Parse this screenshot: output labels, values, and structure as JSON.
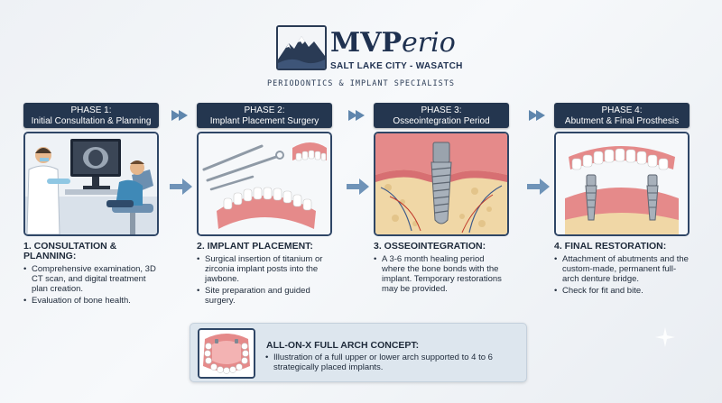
{
  "header": {
    "brand_bold": "MVP",
    "brand_light": "erio",
    "location": "SALT LAKE CITY - WASATCH",
    "tagline": "PERIODONTICS & IMPLANT SPECIALISTS"
  },
  "phases": [
    {
      "label_line1": "PHASE 1:",
      "label_line2": "Initial Consultation & Planning",
      "title": "1. CONSULTATION & PLANNING:",
      "bullets": [
        "Comprehensive examination, 3D CT scan, and digital treatment plan creation.",
        "Evaluation of bone health."
      ]
    },
    {
      "label_line1": "PHASE 2:",
      "label_line2": "Implant Placement Surgery",
      "title": "2. IMPLANT PLACEMENT:",
      "bullets": [
        "Surgical insertion of titanium or zirconia implant posts into the jawbone.",
        "Site preparation and guided surgery."
      ]
    },
    {
      "label_line1": "PHASE 3:",
      "label_line2": "Osseointegration Period",
      "title": "3. OSSEOINTEGRATION:",
      "bullets": [
        "A 3-6 month healing period where the bone bonds with the implant. Temporary restorations may be provided."
      ]
    },
    {
      "label_line1": "PHASE 4:",
      "label_line2": "Abutment & Final Prosthesis",
      "title": "4. FINAL RESTORATION:",
      "bullets": [
        "Attachment of abutments and the custom-made, permanent full-arch denture bridge.",
        "Check for fit and bite."
      ]
    }
  ],
  "callout": {
    "title": "ALL-ON-X FULL ARCH CONCEPT:",
    "body": "Illustration of a full upper or lower arch supported to 4 to 6 strategically placed implants."
  },
  "colors": {
    "navy": "#24364f",
    "gum": "#e58a8a",
    "bone": "#f0d7a6",
    "arrow": "#5f86ad"
  }
}
